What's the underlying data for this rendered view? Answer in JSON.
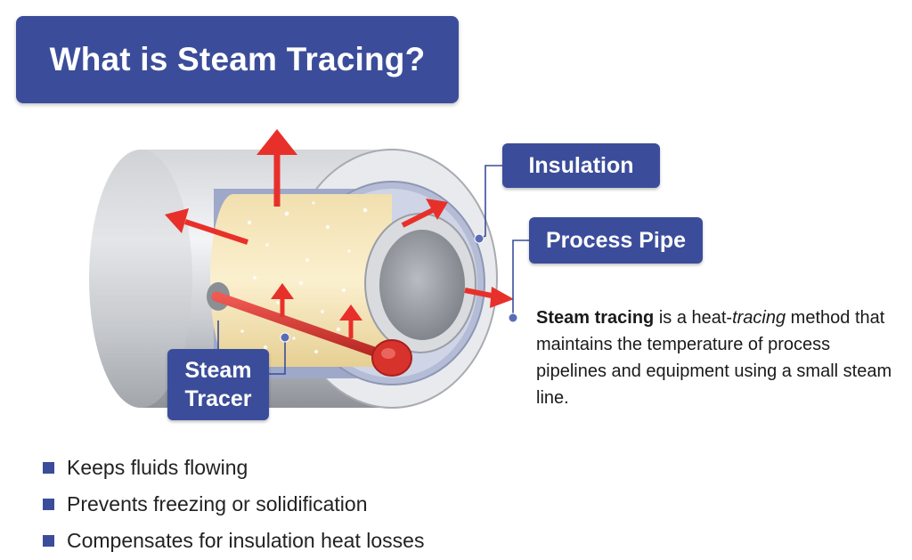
{
  "title": "What is Steam Tracing?",
  "labels": {
    "insulation": "Insulation",
    "process_pipe": "Process Pipe",
    "steam_tracer_line1": "Steam",
    "steam_tracer_line2": "Tracer"
  },
  "description": {
    "bold": "Steam tracing",
    "part1": " is a heat-",
    "italic": "tracing",
    "part2": " method that maintains the temperature of process pipelines and equipment using a small steam line."
  },
  "bullets": [
    "Keeps fluids flowing",
    "Prevents freezing or solidification",
    "Compensates for insulation heat losses"
  ],
  "colors": {
    "accent": "#3b4d9a",
    "heat_arrow": "#e8302a",
    "tracer": "#d8322c",
    "fluid": "#f5e6bc"
  }
}
